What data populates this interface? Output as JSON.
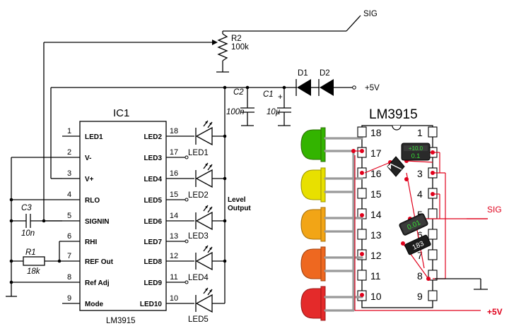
{
  "schematic": {
    "ic_name": "IC1",
    "ic_part": "LM3915",
    "sig": "SIG",
    "plus5v": "+5V",
    "level_output_line1": "Level",
    "level_output_line2": "Output",
    "r2": {
      "name": "R2",
      "value": "100k"
    },
    "r1": {
      "name": "R1",
      "value": "18k"
    },
    "c1": {
      "name": "C1",
      "value": "10µ"
    },
    "c2": {
      "name": "C2",
      "value": "100n"
    },
    "c3": {
      "name": "C3",
      "value": "10n"
    },
    "d1": "D1",
    "d2": "D2",
    "plus_sign": "+",
    "left_pins": [
      {
        "num": "1",
        "name": "LED1"
      },
      {
        "num": "2",
        "name": "V-"
      },
      {
        "num": "3",
        "name": "V+"
      },
      {
        "num": "4",
        "name": "RLO"
      },
      {
        "num": "5",
        "name": "SIGNIN"
      },
      {
        "num": "6",
        "name": "RHI"
      },
      {
        "num": "7",
        "name": "REF Out"
      },
      {
        "num": "8",
        "name": "Ref Adj"
      },
      {
        "num": "9",
        "name": "Mode"
      }
    ],
    "right_pins": [
      {
        "num": "18",
        "name": "LED2"
      },
      {
        "num": "17",
        "name": "LED3"
      },
      {
        "num": "16",
        "name": "LED4"
      },
      {
        "num": "15",
        "name": "LED5"
      },
      {
        "num": "14",
        "name": "LED6"
      },
      {
        "num": "13",
        "name": "LED7"
      },
      {
        "num": "12",
        "name": "LED8"
      },
      {
        "num": "11",
        "name": "LED9"
      },
      {
        "num": "10",
        "name": "LED10"
      }
    ],
    "led_labels": [
      "LED1",
      "LED2",
      "LED3",
      "LED4",
      "LED5"
    ]
  },
  "layout_view": {
    "title": "LM3915",
    "left_pins": [
      "18",
      "17",
      "16",
      "15",
      "14",
      "13",
      "12",
      "11",
      "10"
    ],
    "right_pins": [
      "1",
      "2",
      "3",
      "4",
      "5",
      "6",
      "7",
      "8",
      "9"
    ],
    "cap_top_value": "+10.0",
    "cap_bottom_value": "0.1",
    "chip_cap_value": "0.01",
    "chip_resistor_value": "183",
    "sig": "SIG",
    "plus5v": "+5V",
    "led_colors": [
      "#33b400",
      "#e8e000",
      "#f2a516",
      "#ee6820",
      "#e42a2a"
    ]
  }
}
